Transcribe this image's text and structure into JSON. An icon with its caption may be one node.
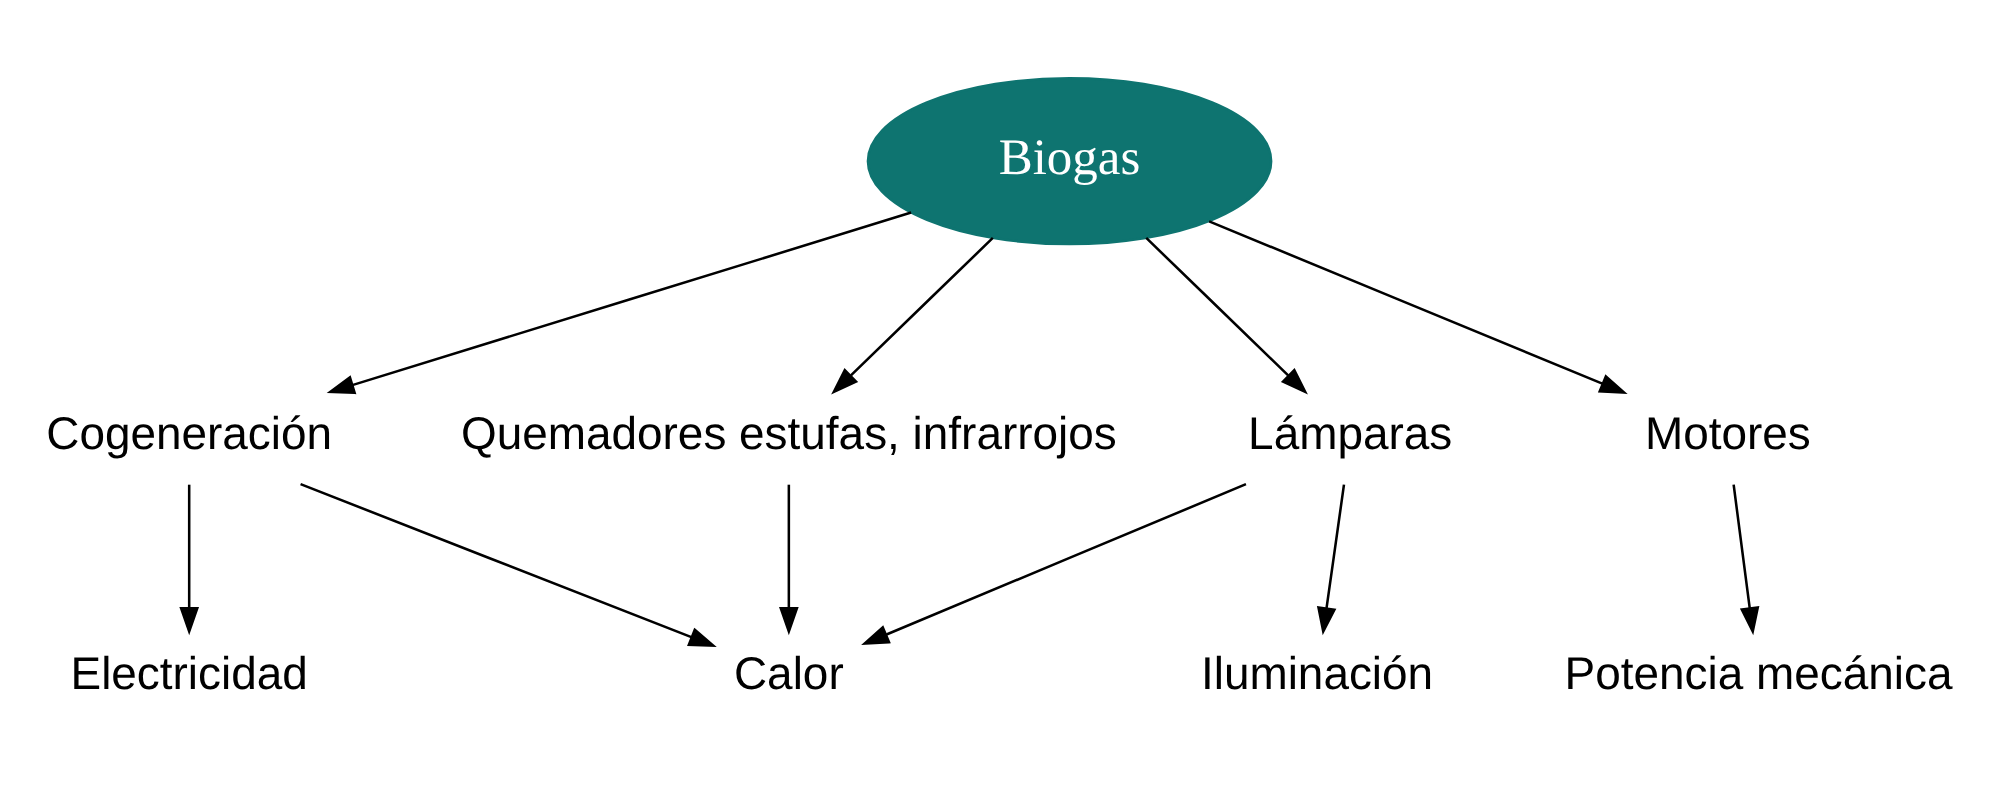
{
  "diagram": {
    "nodes": [
      {
        "text": [
          "Biogas"
        ]
      },
      {
        "text": [
          "Cogeneración"
        ]
      },
      {
        "text": [
          "Quemadores estufas, infrarrojos"
        ]
      },
      {
        "text": [
          "Lámparas"
        ]
      },
      {
        "text": [
          "Motores"
        ]
      },
      {
        "text": [
          "Electricidad"
        ]
      },
      {
        "text": [
          "Calor"
        ]
      },
      {
        "text": [
          "Iluminación"
        ]
      },
      {
        "text": [
          "Potencia mecánica"
        ]
      }
    ],
    "edges": [
      {
        "from": 0,
        "to": 1,
        "arrow": "to"
      },
      {
        "from": 0,
        "to": 2,
        "arrow": "to"
      },
      {
        "from": 0,
        "to": 3,
        "arrow": "to"
      },
      {
        "from": 0,
        "to": 4,
        "arrow": "to"
      },
      {
        "from": 1,
        "to": 5,
        "arrow": "to"
      },
      {
        "from": 1,
        "to": 6,
        "arrow": "to"
      },
      {
        "from": 2,
        "to": 6,
        "arrow": "to"
      },
      {
        "from": 3,
        "to": 6,
        "arrow": "to"
      },
      {
        "from": 3,
        "to": 7,
        "arrow": "to"
      },
      {
        "from": 4,
        "to": 8,
        "arrow": "to"
      }
    ]
  }
}
